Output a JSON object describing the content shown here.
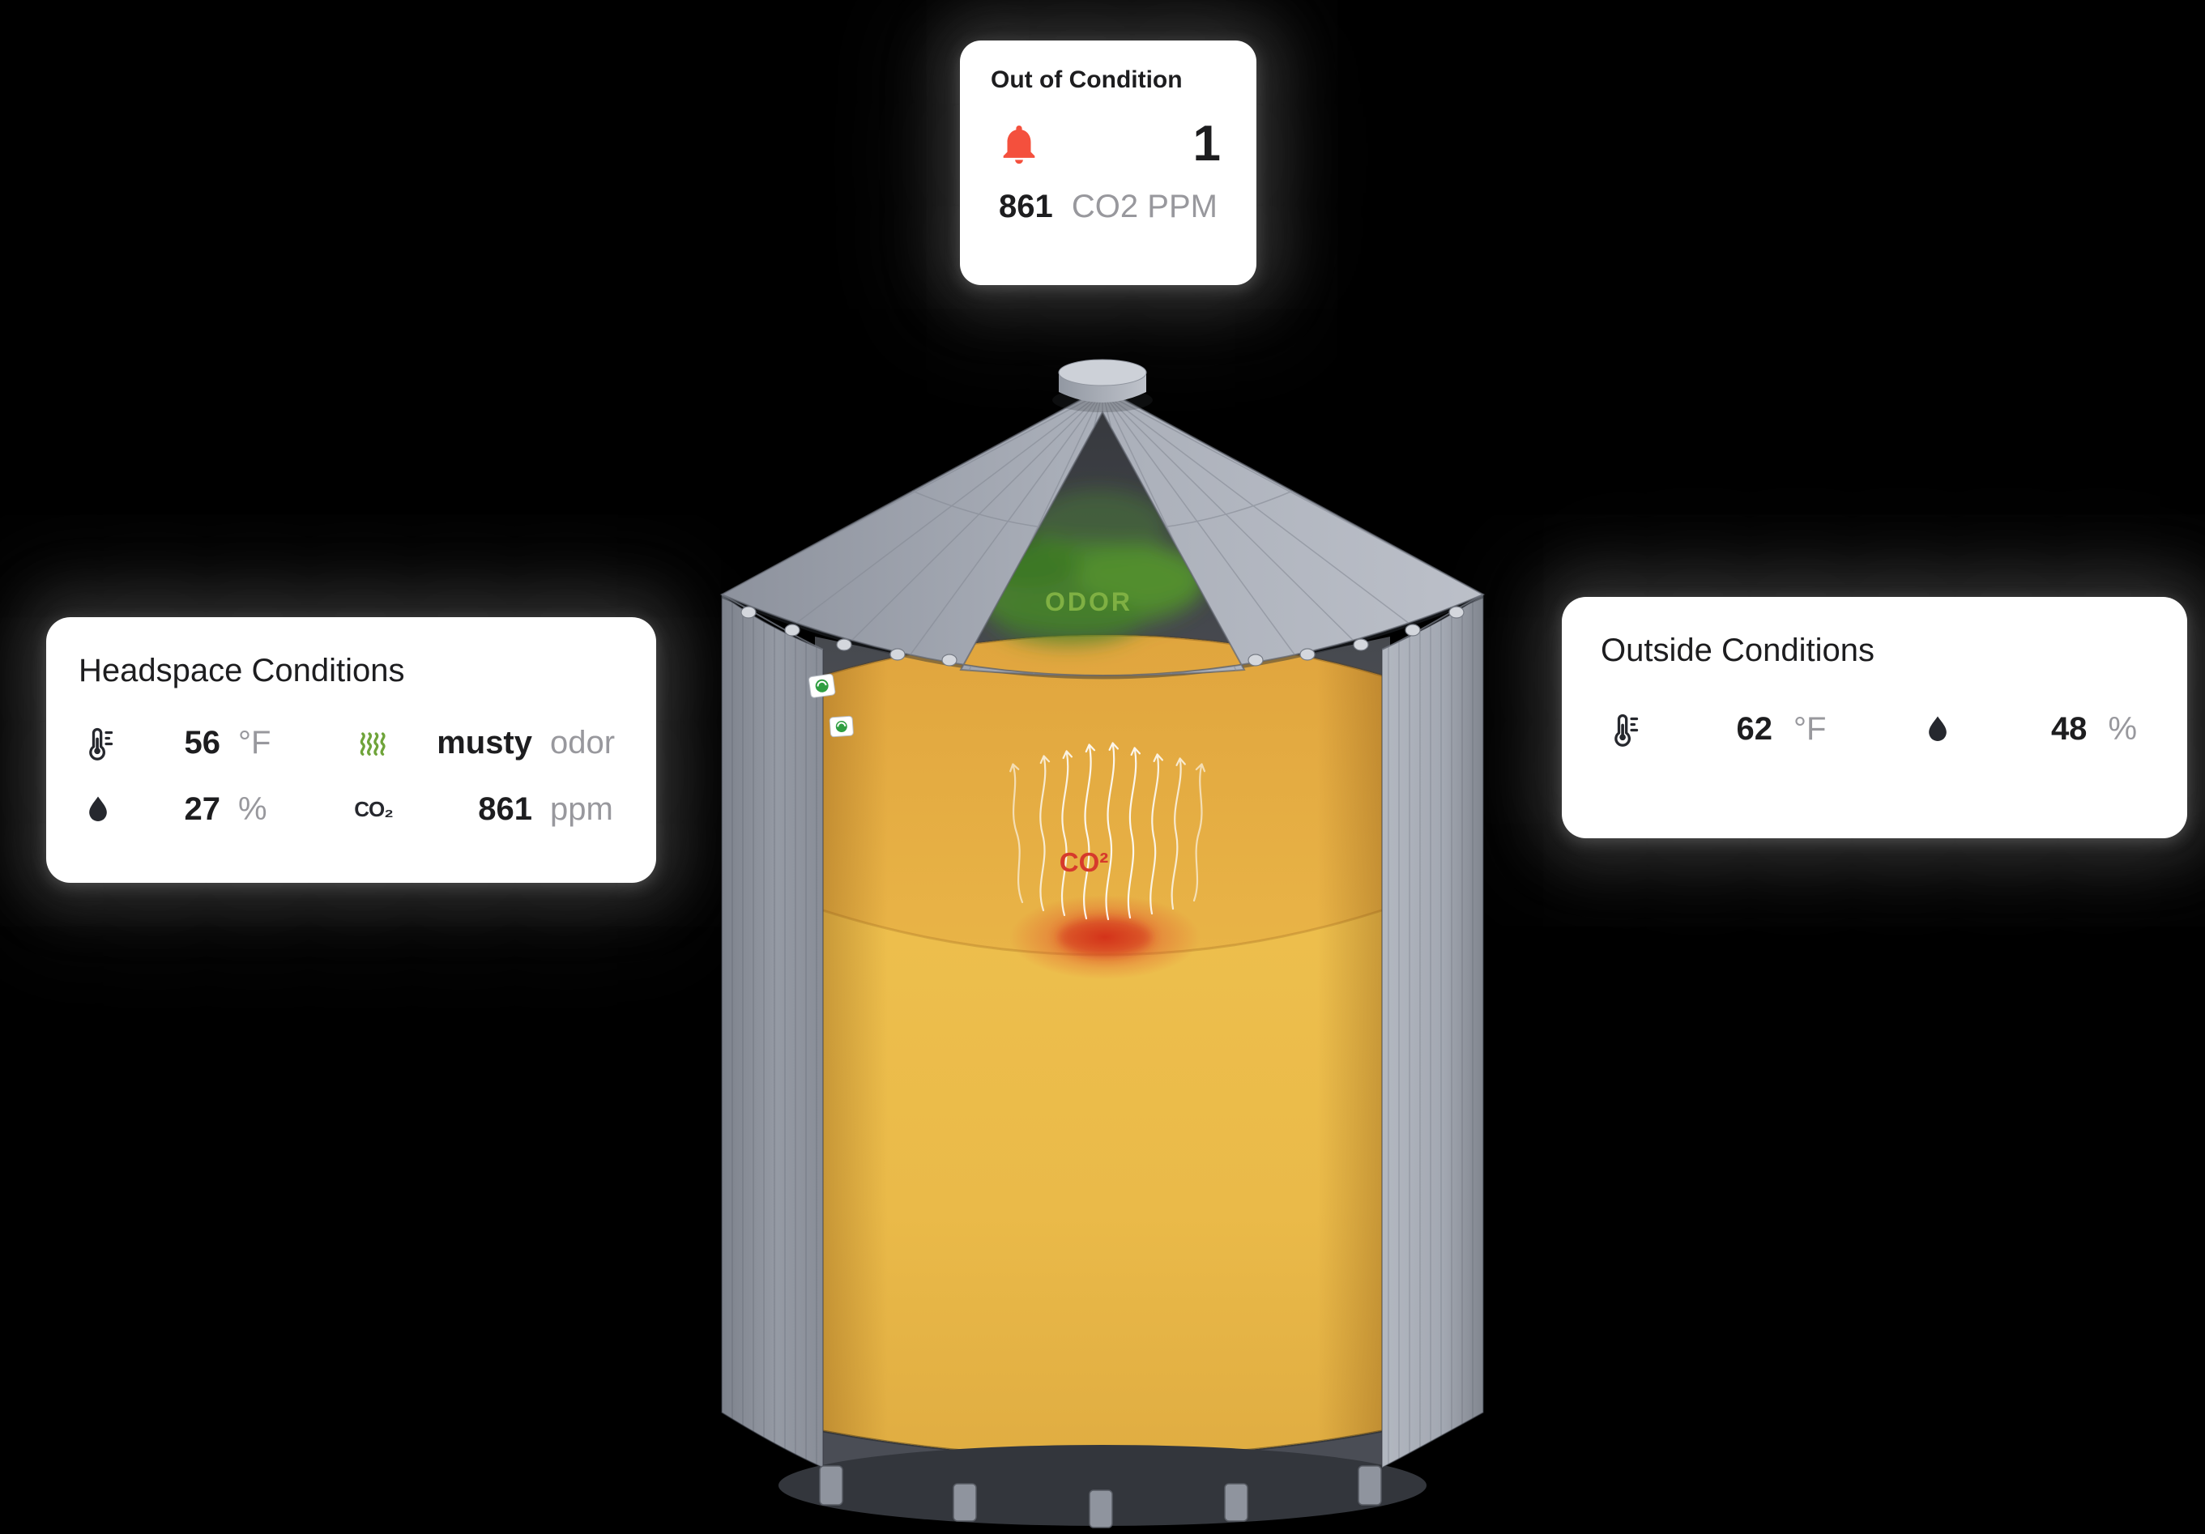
{
  "alert_card": {
    "title": "Out of Condition",
    "count": "1",
    "co2_value": "861",
    "co2_unit": "CO2 PPM"
  },
  "headspace_card": {
    "title": "Headspace Conditions",
    "temperature": {
      "value": "56",
      "unit": "°F"
    },
    "odor": {
      "value": "musty",
      "unit": "odor"
    },
    "humidity": {
      "value": "27",
      "unit": "%"
    },
    "co2": {
      "value": "861",
      "unit": "ppm"
    }
  },
  "outside_card": {
    "title": "Outside Conditions",
    "temperature": {
      "value": "62",
      "unit": "°F"
    },
    "humidity": {
      "value": "48",
      "unit": "%"
    }
  },
  "silo_labels": {
    "odor": "ODOR",
    "co2": "CO²"
  },
  "icons": {
    "co2_glyph": "CO₂",
    "bell": "alert-bell",
    "thermometer": "thermometer",
    "humidity": "water-drop",
    "odor": "odor-waves"
  },
  "colors": {
    "alert_red": "#F4503D",
    "odor_green": "#7FB043",
    "co2_red": "#D63A2C",
    "grain_gold": "#EDBE4B",
    "steel_gray": "#A6ABB5",
    "unit_gray": "#98989D",
    "text_dark": "#1D1D1F"
  }
}
